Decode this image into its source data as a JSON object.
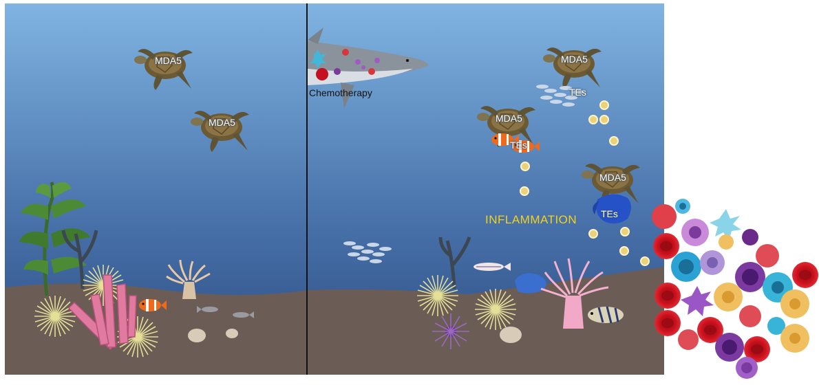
{
  "labels": {
    "turtle_left_1": "MDA5",
    "turtle_left_2": "MDA5",
    "turtle_right_1": "MDA5",
    "turtle_right_2": "MDA5",
    "turtle_right_3": "MDA5",
    "tes_1": "TEs",
    "tes_2": "TEs",
    "tes_3": "TEs",
    "chemotherapy": "Chemotherapy",
    "inflammation": "INFLAMMATION"
  },
  "colors": {
    "water_top": "#7fb3e0",
    "water_bottom": "#2d4e86",
    "seabed": "#6b5c55",
    "label_yellow": "#f2d21b",
    "divider": "#111111"
  }
}
